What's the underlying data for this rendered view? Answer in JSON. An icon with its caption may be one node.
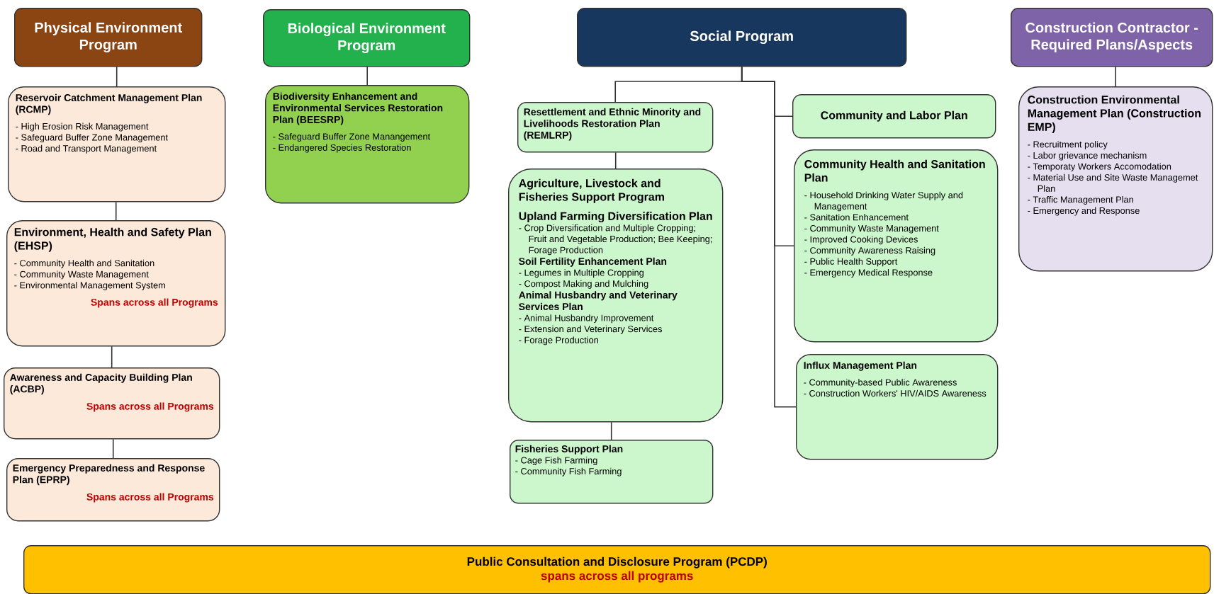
{
  "diagram": {
    "nodes": [
      {
        "text": [
          "Physical Environment Program"
        ]
      },
      {
        "text": [
          "Reservoir Catchment Management Plan (RCMP)",
          "- High Erosion Risk Management",
          "- Safeguard Buffer Zone Management",
          "- Road and Transport Management"
        ]
      },
      {
        "text": [
          "Environment, Health and Safety Plan (EHSP)",
          "- Community Health and Sanitation",
          "- Community Waste Management",
          "- Environmental Management System",
          "Spans across all Programs"
        ]
      },
      {
        "text": [
          "Awareness and Capacity Building Plan (ACBP)",
          "Spans across all Programs"
        ]
      },
      {
        "text": [
          "Emergency Preparedness and Response Plan (EPRP)",
          "Spans across all Programs"
        ]
      },
      {
        "text": [
          "Biological Environment Program"
        ]
      },
      {
        "text": [
          "Biodiversity Enhancement and Environmental Services Restoration Plan (BEESRP)",
          "- Safeguard Buffer Zone Manangement",
          "- Endangered Species Restoration"
        ]
      },
      {
        "text": [
          "Social Program"
        ]
      },
      {
        "text": [
          "Resettlement and Ethnic Minority and Livelihoods Restoration Plan (REMLRP)"
        ]
      },
      {
        "text": [
          "Agriculture, Livestock and Fisheries Support Program",
          "Upland Farming Diversification Plan",
          "- Crop Diversification and Multiple Cropping; Fruit and Vegetable Production; Bee Keeping; Forage Production",
          "Soil Fertility Enhancement Plan",
          "- Legumes in Multiple Cropping",
          "- Compost Making and Mulching",
          "Animal Husbandry and Veterinary Services Plan",
          "- Animal Husbandry Improvement",
          "- Extension and Veterinary Services",
          "- Forage Production"
        ]
      },
      {
        "text": [
          "Fisheries Support Plan",
          "- Cage Fish Farming",
          "- Community Fish Farming"
        ]
      },
      {
        "text": [
          "Community and Labor Plan"
        ]
      },
      {
        "text": [
          "Community Health and Sanitation Plan",
          "- Household Drinking Water Supply and Management",
          "- Sanitation Enhancement",
          "- Community Waste Management",
          "- Improved Cooking Devices",
          "- Community Awareness Raising",
          "- Public Health Support",
          "- Emergency Medical Response"
        ]
      },
      {
        "text": [
          "Influx Management Plan",
          "- Community-based Public Awareness",
          "- Construction Workers' HIV/AIDS Awareness"
        ]
      },
      {
        "text": [
          "Construction Contractor - Required Plans/Aspects"
        ]
      },
      {
        "text": [
          "Construction Environmental Management Plan (Construction EMP)",
          "- Recruitment policy",
          "- Labor grievance mechanism",
          "- Temporaty Workers Accomodation",
          "- Material Use and Site Waste Managemet Plan",
          "- Traffic Management Plan",
          "- Emergency and Response"
        ]
      },
      {
        "text": [
          "Public Consultation and Disclosure Program (PCDP)",
          "spans across all programs"
        ]
      }
    ],
    "edges": [
      {
        "from": 0,
        "to": 1,
        "arrow": "none"
      },
      {
        "from": 1,
        "to": 2,
        "arrow": "none"
      },
      {
        "from": 2,
        "to": 3,
        "arrow": "none"
      },
      {
        "from": 3,
        "to": 4,
        "arrow": "none"
      },
      {
        "from": 5,
        "to": 6,
        "arrow": "none"
      },
      {
        "from": 7,
        "to": 8,
        "arrow": "none"
      },
      {
        "from": 7,
        "to": 11,
        "arrow": "none"
      },
      {
        "from": 7,
        "to": 12,
        "arrow": "none"
      },
      {
        "from": 7,
        "to": 13,
        "arrow": "none"
      },
      {
        "from": 8,
        "to": 9,
        "arrow": "none"
      },
      {
        "from": 9,
        "to": 10,
        "arrow": "none"
      },
      {
        "from": 14,
        "to": 15,
        "arrow": "none"
      }
    ]
  }
}
